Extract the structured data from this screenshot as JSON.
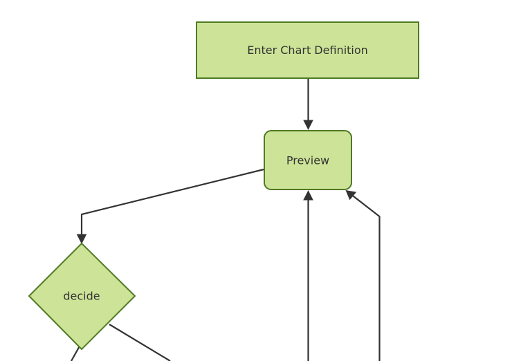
{
  "diagram": {
    "type": "flowchart",
    "orientation": "top-down",
    "background_color": "#ffffff",
    "node_fill_color": "#cde498",
    "node_stroke_color": "#4e7a22",
    "edge_color": "#333333",
    "label_color": "#333333",
    "nodes": [
      {
        "id": "enter-chart-definition",
        "label": "Enter Chart Definition",
        "shape": "rectangle"
      },
      {
        "id": "preview",
        "label": "Preview",
        "shape": "rounded-rectangle"
      },
      {
        "id": "decide",
        "label": "decide",
        "shape": "diamond"
      }
    ],
    "edges": [
      {
        "id": "edge-enter-to-preview",
        "from": "enter-chart-definition",
        "to": "preview",
        "label": ""
      },
      {
        "id": "edge-preview-to-decide",
        "from": "preview",
        "to": "decide",
        "label": ""
      },
      {
        "id": "edge-bottom-center-to-preview",
        "from": "",
        "to": "preview",
        "label": ""
      },
      {
        "id": "edge-bottom-right-to-preview",
        "from": "",
        "to": "preview",
        "label": ""
      },
      {
        "id": "edge-decide-bottom-left",
        "from": "decide",
        "to": "",
        "label": ""
      },
      {
        "id": "edge-decide-bottom-right",
        "from": "decide",
        "to": "",
        "label": ""
      }
    ]
  }
}
